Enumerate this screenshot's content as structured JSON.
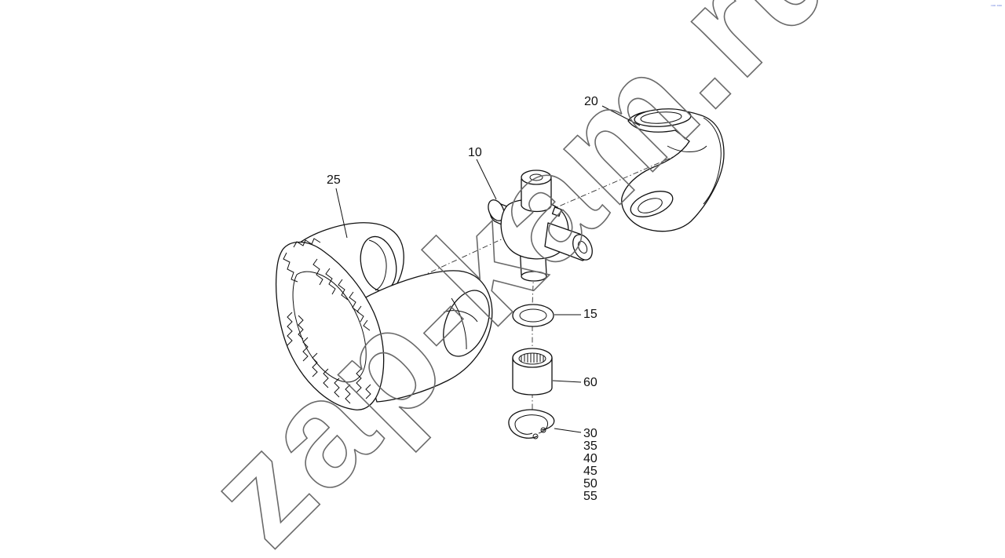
{
  "watermark": {
    "text": "zap-kam.ru"
  },
  "corner_mark": {
    "text": "◦▫▫ ▫▫▫"
  },
  "callouts": {
    "c10": "10",
    "c15": "15",
    "c20": "20",
    "c25": "25",
    "c60": "60",
    "c30": "30",
    "c35": "35",
    "c40": "40",
    "c45": "45",
    "c50": "50",
    "c55": "55"
  }
}
